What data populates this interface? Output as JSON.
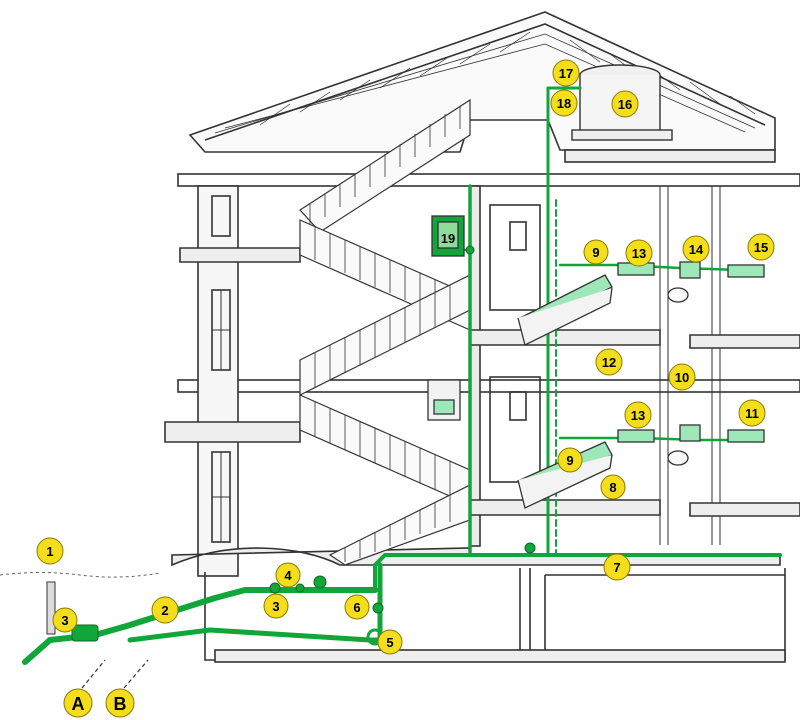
{
  "colors": {
    "pipe": "#11a63a",
    "pipe_light": "#7fd98a",
    "fixture_water": "#9ee7b9",
    "label_fill": "#f4de1c",
    "label_stroke": "#8a7a00",
    "line": "#333333",
    "wall_fill": "#f4f4f4",
    "ground_hatch": "#999999"
  },
  "labels": {
    "n1": "1",
    "n2": "2",
    "n3a": "3",
    "n3b": "3",
    "n4": "4",
    "n5": "5",
    "n6": "6",
    "n7": "7",
    "n8": "8",
    "n9a": "9",
    "n9b": "9",
    "n10": "10",
    "n11": "11",
    "n12": "12",
    "n13a": "13",
    "n13b": "13",
    "n14": "14",
    "n15": "15",
    "n16": "16",
    "n17": "17",
    "n18": "18",
    "n19": "19",
    "A": "A",
    "B": "B"
  }
}
